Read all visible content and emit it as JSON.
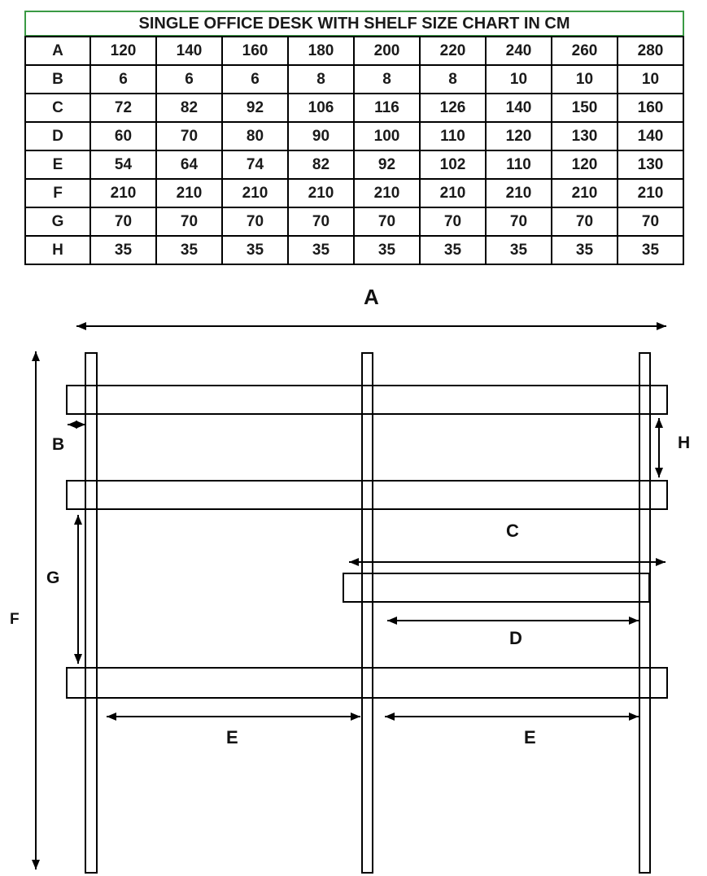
{
  "chart_data": {
    "type": "table",
    "title": "SINGLE OFFICE DESK WITH SHELF SIZE CHART IN CM",
    "row_labels": [
      "A",
      "B",
      "C",
      "D",
      "E",
      "F",
      "G",
      "H"
    ],
    "rows": [
      {
        "label": "A",
        "values": [
          120,
          140,
          160,
          180,
          200,
          220,
          240,
          260,
          280
        ]
      },
      {
        "label": "B",
        "values": [
          6,
          6,
          6,
          8,
          8,
          8,
          10,
          10,
          10
        ]
      },
      {
        "label": "C",
        "values": [
          72,
          82,
          92,
          106,
          116,
          126,
          140,
          150,
          160
        ]
      },
      {
        "label": "D",
        "values": [
          60,
          70,
          80,
          90,
          100,
          110,
          120,
          130,
          140
        ]
      },
      {
        "label": "E",
        "values": [
          54,
          64,
          74,
          82,
          92,
          102,
          110,
          120,
          130
        ]
      },
      {
        "label": "F",
        "values": [
          210,
          210,
          210,
          210,
          210,
          210,
          210,
          210,
          210
        ]
      },
      {
        "label": "G",
        "values": [
          70,
          70,
          70,
          70,
          70,
          70,
          70,
          70,
          70
        ]
      },
      {
        "label": "H",
        "values": [
          35,
          35,
          35,
          35,
          35,
          35,
          35,
          35,
          35
        ]
      }
    ]
  },
  "diagram": {
    "labels": {
      "a": "A",
      "b": "B",
      "c": "C",
      "d": "D",
      "e_left": "E",
      "e_right": "E",
      "f": "F",
      "g": "G",
      "h": "H"
    }
  },
  "colors": {
    "title_border": "#3a9a44",
    "line": "#000000"
  }
}
